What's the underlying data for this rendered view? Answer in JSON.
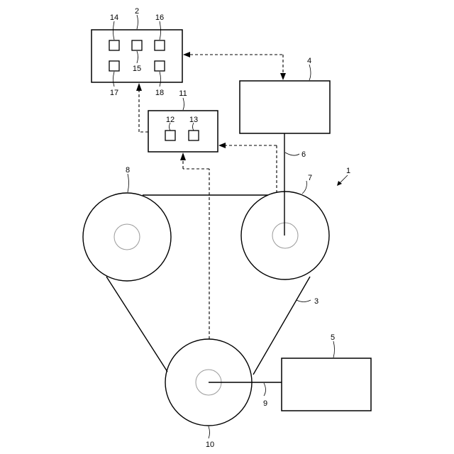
{
  "labels": {
    "system": "1",
    "controller": "2",
    "belt": "3",
    "drive_box": "4",
    "generator_box": "5",
    "shaft_top": "6",
    "pulley_right": "7",
    "pulley_left": "8",
    "shaft_bottom": "9",
    "pulley_bottom": "10",
    "sensor_unit": "11",
    "sensor_a": "12",
    "sensor_b": "13",
    "ctrl_tl": "14",
    "ctrl_mid": "15",
    "ctrl_tr": "16",
    "ctrl_bl": "17",
    "ctrl_br": "18"
  }
}
